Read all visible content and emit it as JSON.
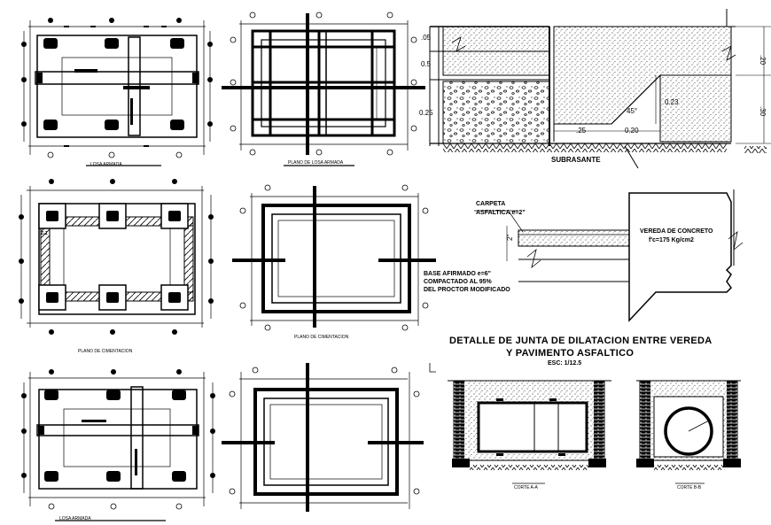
{
  "plans": {
    "p1_caption": "LOSA ARMADA",
    "p2_caption": "PLANO DE LOSA ARMADA",
    "p4_caption": "PLANO DE CIMENTACION",
    "p5_caption": "PLANO DE CIMENTACION",
    "p7_caption": "LOSA ARMADA",
    "zapata_tag": "Z-1"
  },
  "section_top": {
    "dim_a": ".05",
    "dim_b": "0.5",
    "dim_c": "0.25",
    "dim_d": "0.23",
    "dim_e": ".25",
    "dim_f": "0.20",
    "angle": "45°",
    "dim_right_1": ".20",
    "dim_right_2": ".30",
    "subrasante": "SUBRASANTE"
  },
  "section_joint": {
    "carpeta_line1": "CARPETA",
    "carpeta_line2": "ASFALTICA e=2\"",
    "vereda_line1": "VEREDA DE CONCRETO",
    "vereda_line2": "f'c=175 Kg/cm2",
    "base_line1": "BASE AFIRMADO e=6\"",
    "base_line2": "COMPACTADO AL 95%",
    "base_line3": "DEL PROCTOR MODIFICADO",
    "dim_left": "2\""
  },
  "detail_title": {
    "line1": "DETALLE DE JUNTA DE DILATACION ENTRE  VEREDA",
    "line2": "Y PAVIMENTO ASFALTICO",
    "scale": "ESC: 1/12.5"
  },
  "sections_bottom": {
    "corte_a": "CORTE A-A",
    "corte_b": "CORTE B-B"
  }
}
